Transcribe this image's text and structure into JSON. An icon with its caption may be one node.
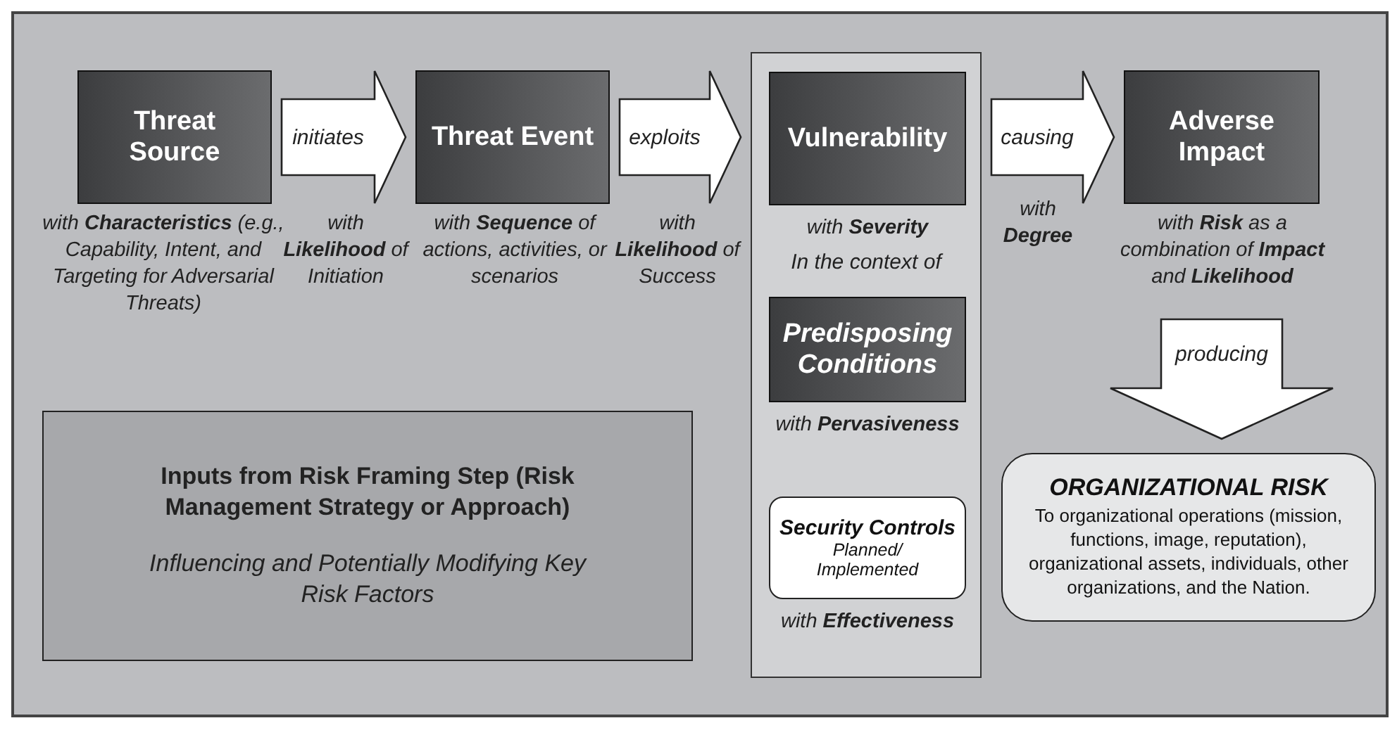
{
  "diagram": {
    "nodes": [
      {
        "text": [
          "Threat Source"
        ],
        "beside": [
          "with **Characteristics** (e.g., Capability, Intent, and Targeting for Adversarial Threats)"
        ]
      },
      {
        "text": [
          "Threat Event"
        ],
        "beside": [
          "with **Sequence** of actions, activities, or scenarios"
        ]
      },
      {
        "text": [
          "In the context of"
        ]
      },
      {
        "text": [
          "Vulnerability"
        ],
        "in": 2,
        "beside": [
          "with **Severity**"
        ]
      },
      {
        "text": [
          "Predisposing Conditions"
        ],
        "in": 2,
        "beside": [
          "with **Pervasiveness**"
        ]
      },
      {
        "text": [
          "Security Controls",
          "Planned/ Implemented"
        ],
        "in": 2,
        "beside": [
          "with **Effectiveness**"
        ]
      },
      {
        "text": [
          "Adverse Impact"
        ],
        "beside": [
          "with **Risk** as a combination of **Impact** and **Likelihood**"
        ]
      },
      {
        "text": [
          "ORGANIZATIONAL RISK",
          "To organizational operations (mission, functions, image, reputation), organizational assets, individuals, other organizations, and the Nation."
        ]
      },
      {
        "text": [
          "Inputs from Risk Framing Step (Risk Management Strategy or Approach)",
          "Influencing and Potentially Modifying Key Risk Factors"
        ]
      }
    ],
    "edges": [
      {
        "from": 0,
        "to": 1,
        "arrow": "to",
        "label": "initiates"
      },
      {
        "from": 1,
        "to": 2,
        "arrow": "to",
        "label": "exploits"
      },
      {
        "from": 2,
        "to": 6,
        "arrow": "to",
        "label": "causing"
      },
      {
        "from": 6,
        "to": 7,
        "arrow": "to",
        "label": "producing"
      }
    ],
    "labels": [
      "with **Likelihood** of Initiation",
      "with **Likelihood** of Success",
      "with **Degree**"
    ]
  }
}
